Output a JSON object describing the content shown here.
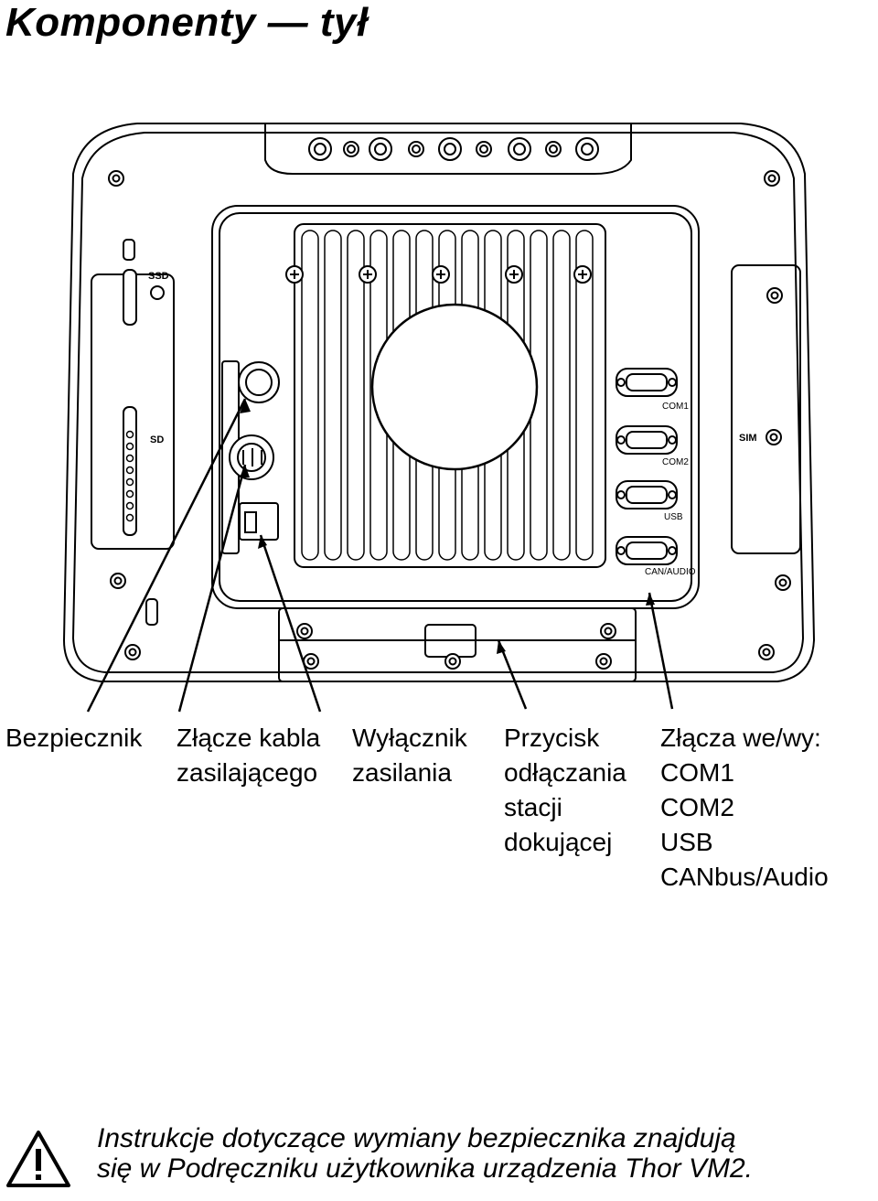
{
  "title": "Komponenty — tył",
  "device_labels": {
    "ssd": "SSD",
    "sd": "SD",
    "sim": "SIM",
    "com1": "COM1",
    "com2": "COM2",
    "usb": "USB",
    "can_audio": "CAN/AUDIO"
  },
  "callouts": {
    "fuse": "Bezpiecznik",
    "power_cable": [
      "Złącze kabla",
      "zasilającego"
    ],
    "power_switch": [
      "Wyłącznik",
      "zasilania"
    ],
    "dock_release": [
      "Przycisk",
      "odłączania",
      "stacji",
      "dokującej"
    ],
    "io_ports": [
      "Złącza we/wy:",
      "COM1",
      "COM2",
      "USB",
      "CANbus/Audio"
    ]
  },
  "warning_note": [
    "Instrukcje dotyczące wymiany bezpiecznika znajdują",
    "się w Podręczniku użytkownika urządzenia Thor VM2."
  ]
}
